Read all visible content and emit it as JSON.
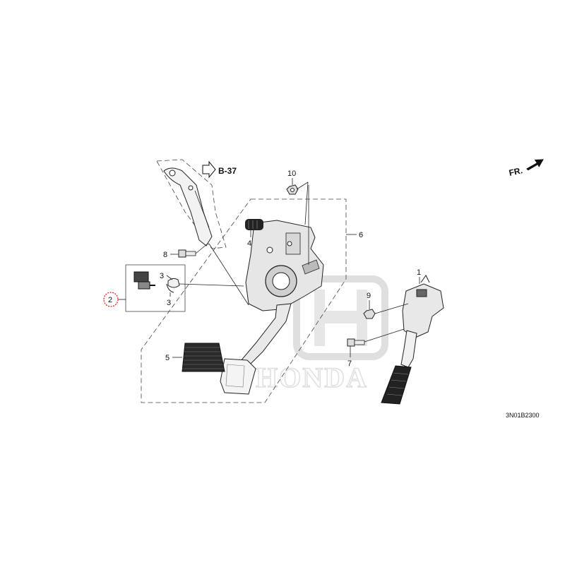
{
  "diagram": {
    "reference": "B-37",
    "direction": "FR.",
    "code": "3N01B2300",
    "watermark": "HONDA",
    "selected_part": "2",
    "selected_color": "#e0211c",
    "callouts": {
      "c1": "1",
      "c2": "2",
      "c3a": "3",
      "c3b": "3",
      "c4": "4",
      "c5": "5",
      "c6": "6",
      "c7": "7",
      "c8": "8",
      "c9": "9",
      "c10": "10"
    }
  }
}
